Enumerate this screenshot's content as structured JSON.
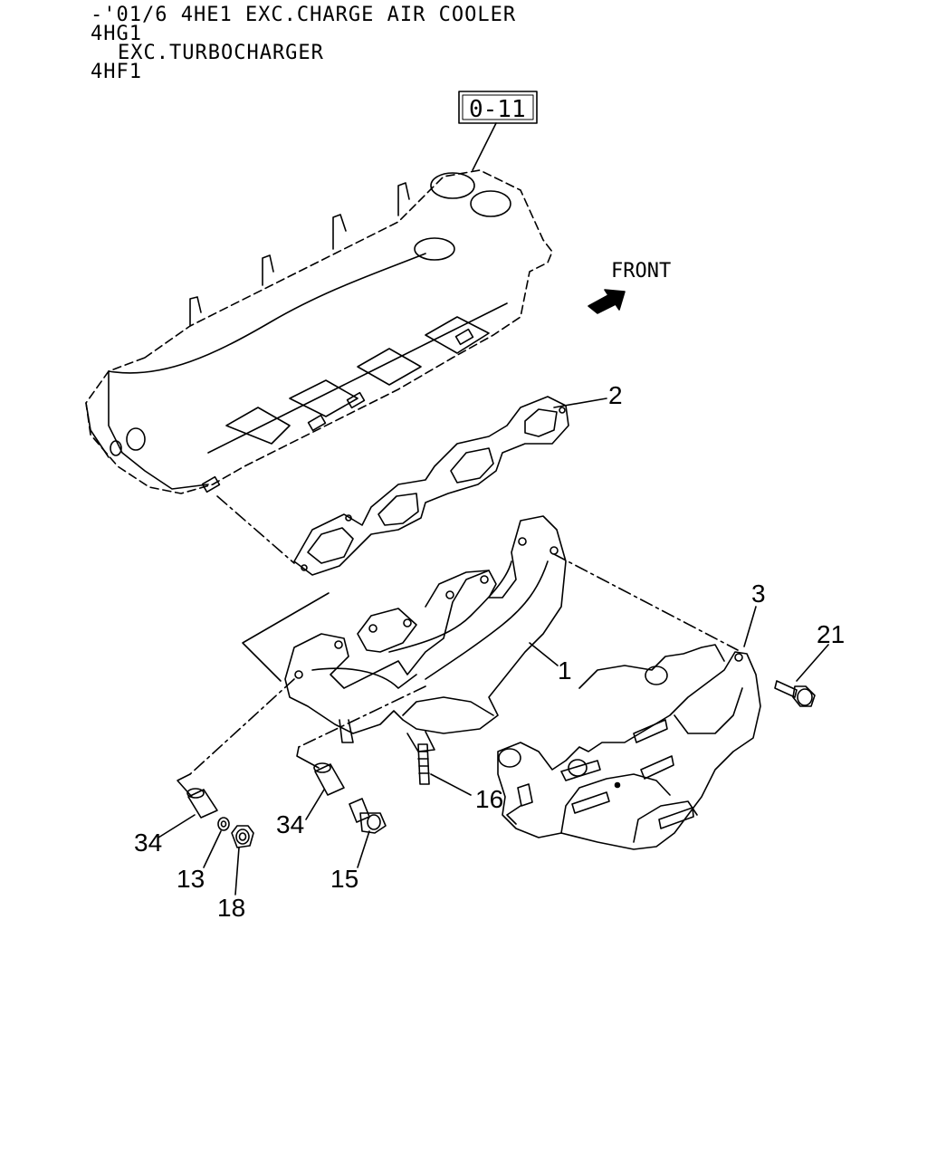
{
  "header": {
    "line1": "-'01/6 4HE1 EXC.CHARGE AIR COOLER",
    "line2": "4HG1",
    "line3": "EXC.TURBOCHARGER",
    "line4": "4HF1"
  },
  "reference_box": "0-11",
  "front_label": "FRONT",
  "callouts": {
    "c1": "1",
    "c2": "2",
    "c3": "3",
    "c21": "21",
    "c16": "16",
    "c34a": "34",
    "c34b": "34",
    "c13": "13",
    "c18": "18",
    "c15": "15"
  },
  "colors": {
    "line": "#000000",
    "background": "#ffffff"
  }
}
